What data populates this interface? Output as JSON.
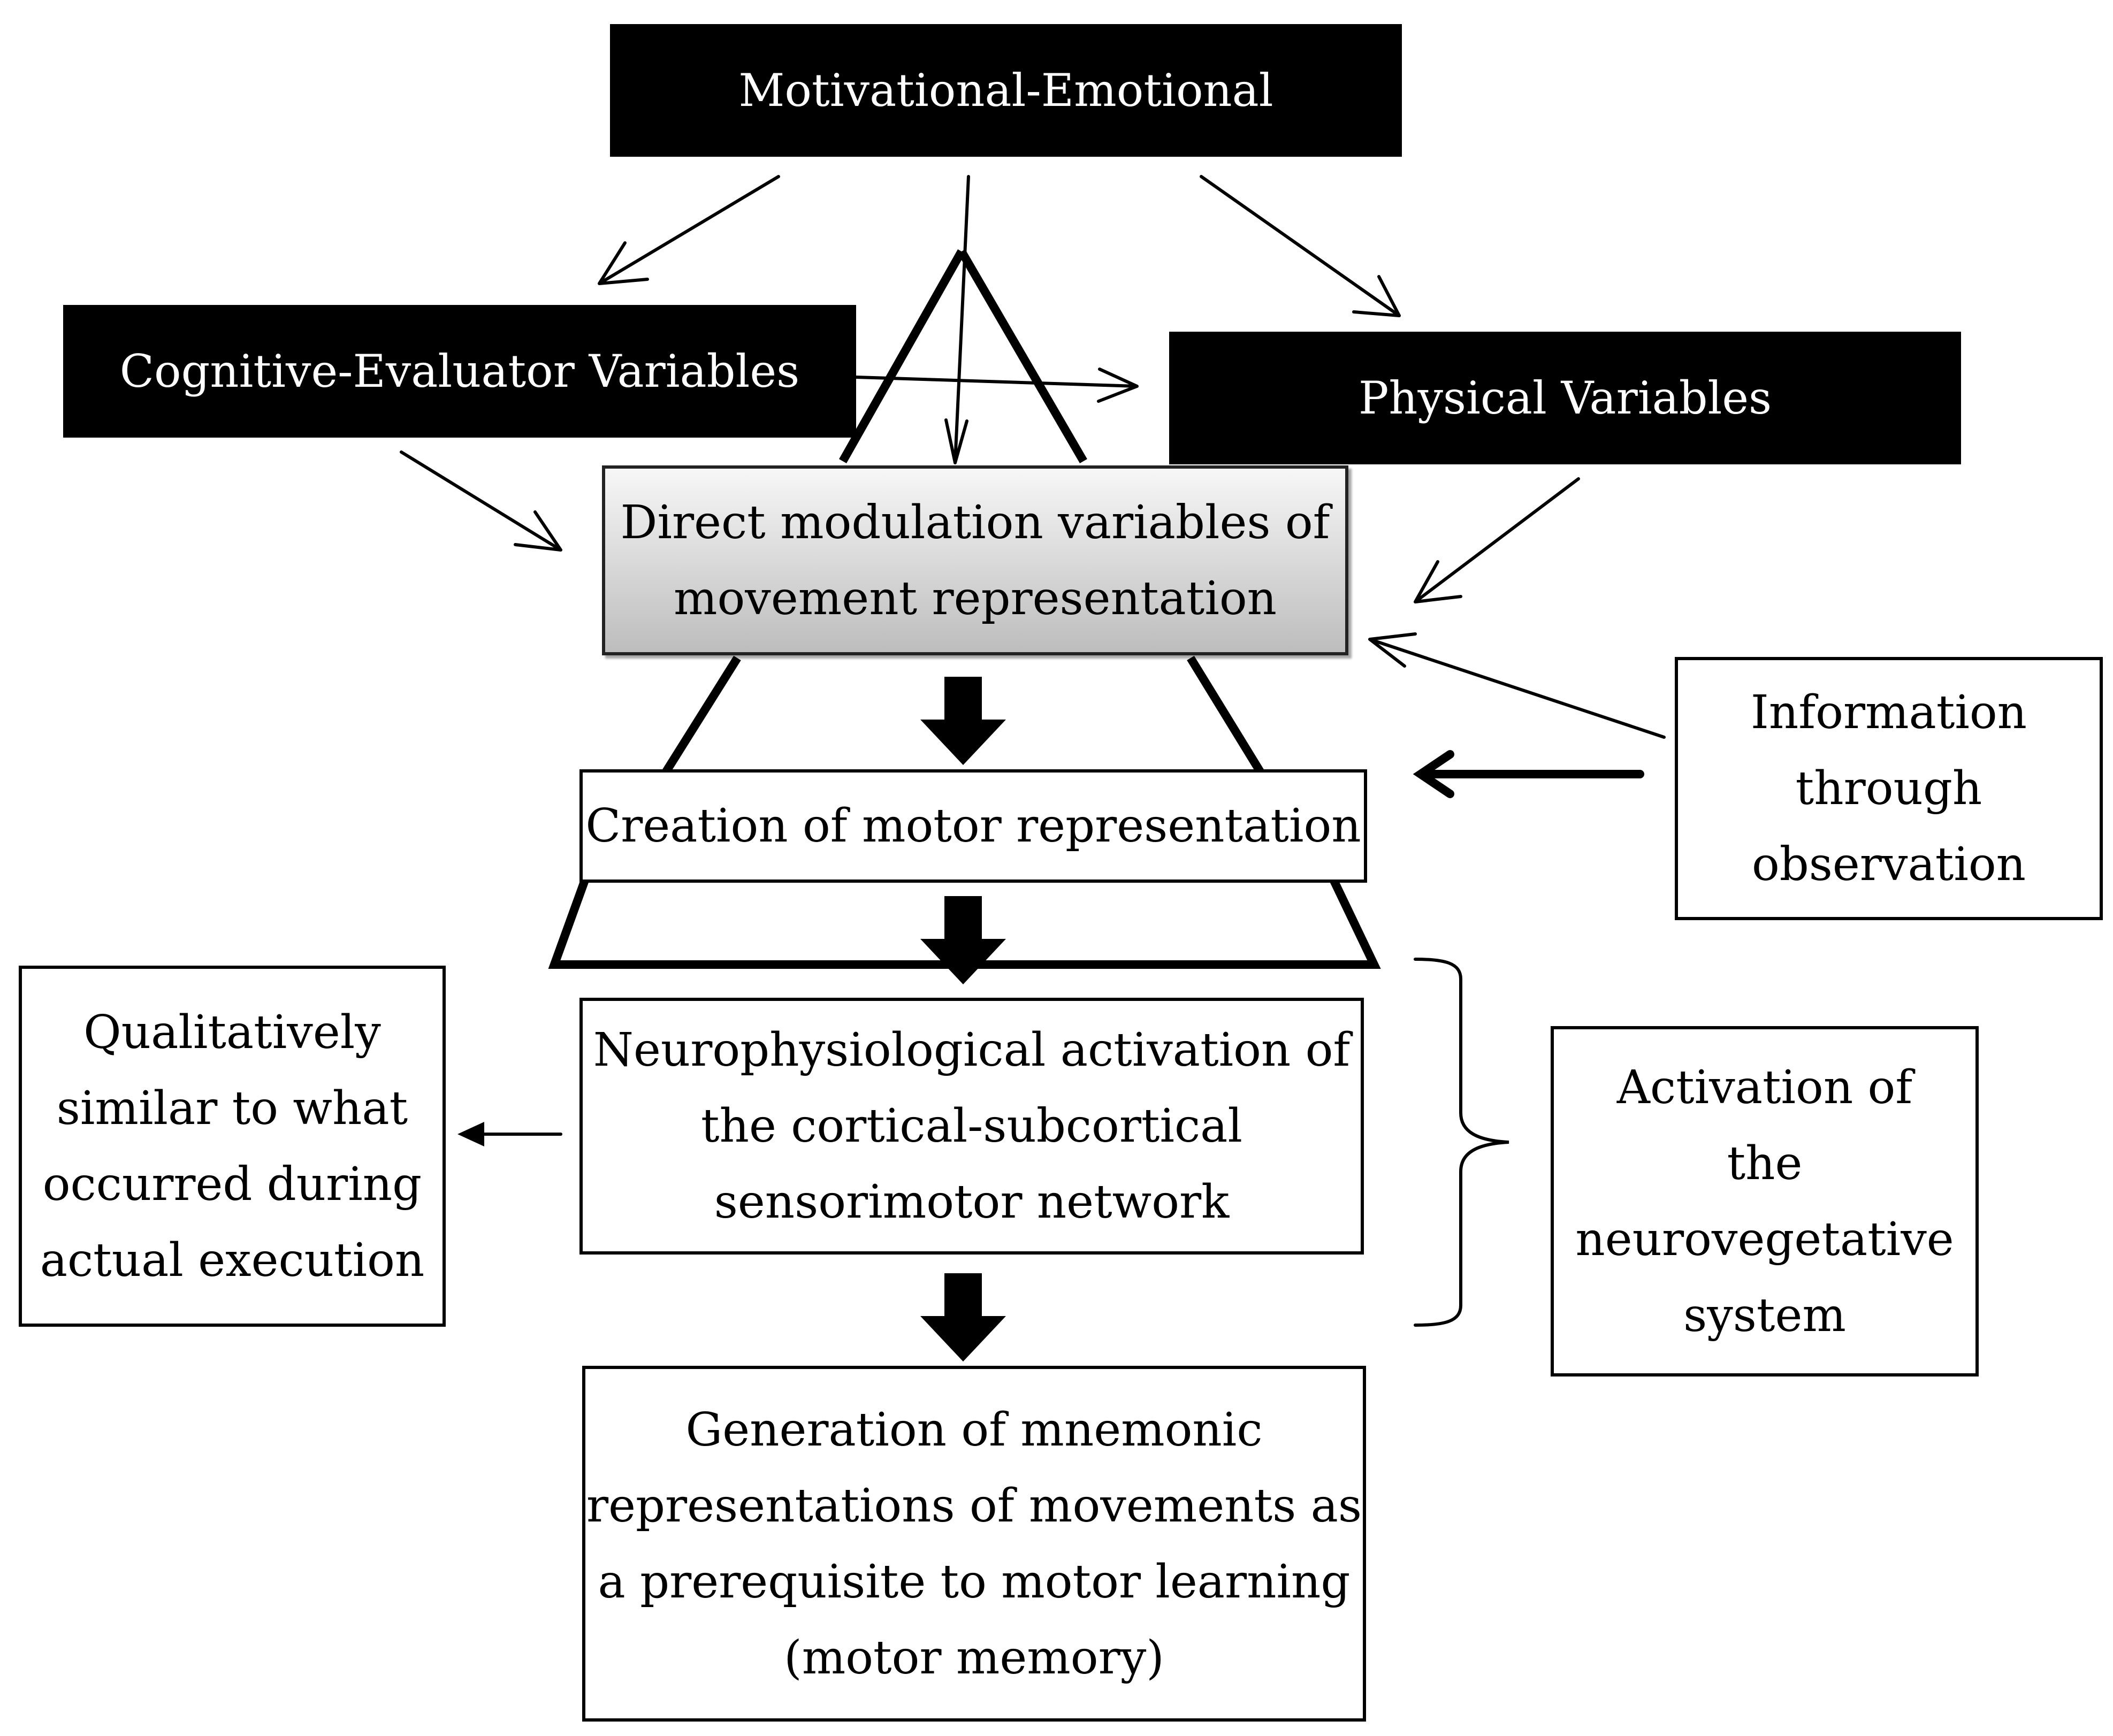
{
  "top": {
    "label": "Motivational-Emotional"
  },
  "cognitive": {
    "label": "Cognitive-Evaluator Variables"
  },
  "physical": {
    "label": "Physical Variables"
  },
  "direct": {
    "lines": [
      "Direct modulation variables of",
      "movement representation"
    ]
  },
  "creation": {
    "label": "Creation of motor representation"
  },
  "observation": {
    "lines": [
      "Information",
      "through",
      "observation"
    ]
  },
  "neuro": {
    "lines": [
      "Neurophysiological activation of",
      "the cortical-subcortical",
      "sensorimotor network"
    ]
  },
  "qualitative": {
    "lines": [
      "Qualitatively",
      "similar to what",
      "occurred during",
      "actual execution"
    ]
  },
  "vegetative": {
    "lines": [
      "Activation of",
      "the",
      "neurovegetative",
      "system"
    ]
  },
  "generation": {
    "lines": [
      "Generation of mnemonic",
      "representations of movements as",
      "a prerequisite to motor learning",
      "(motor memory)"
    ]
  }
}
